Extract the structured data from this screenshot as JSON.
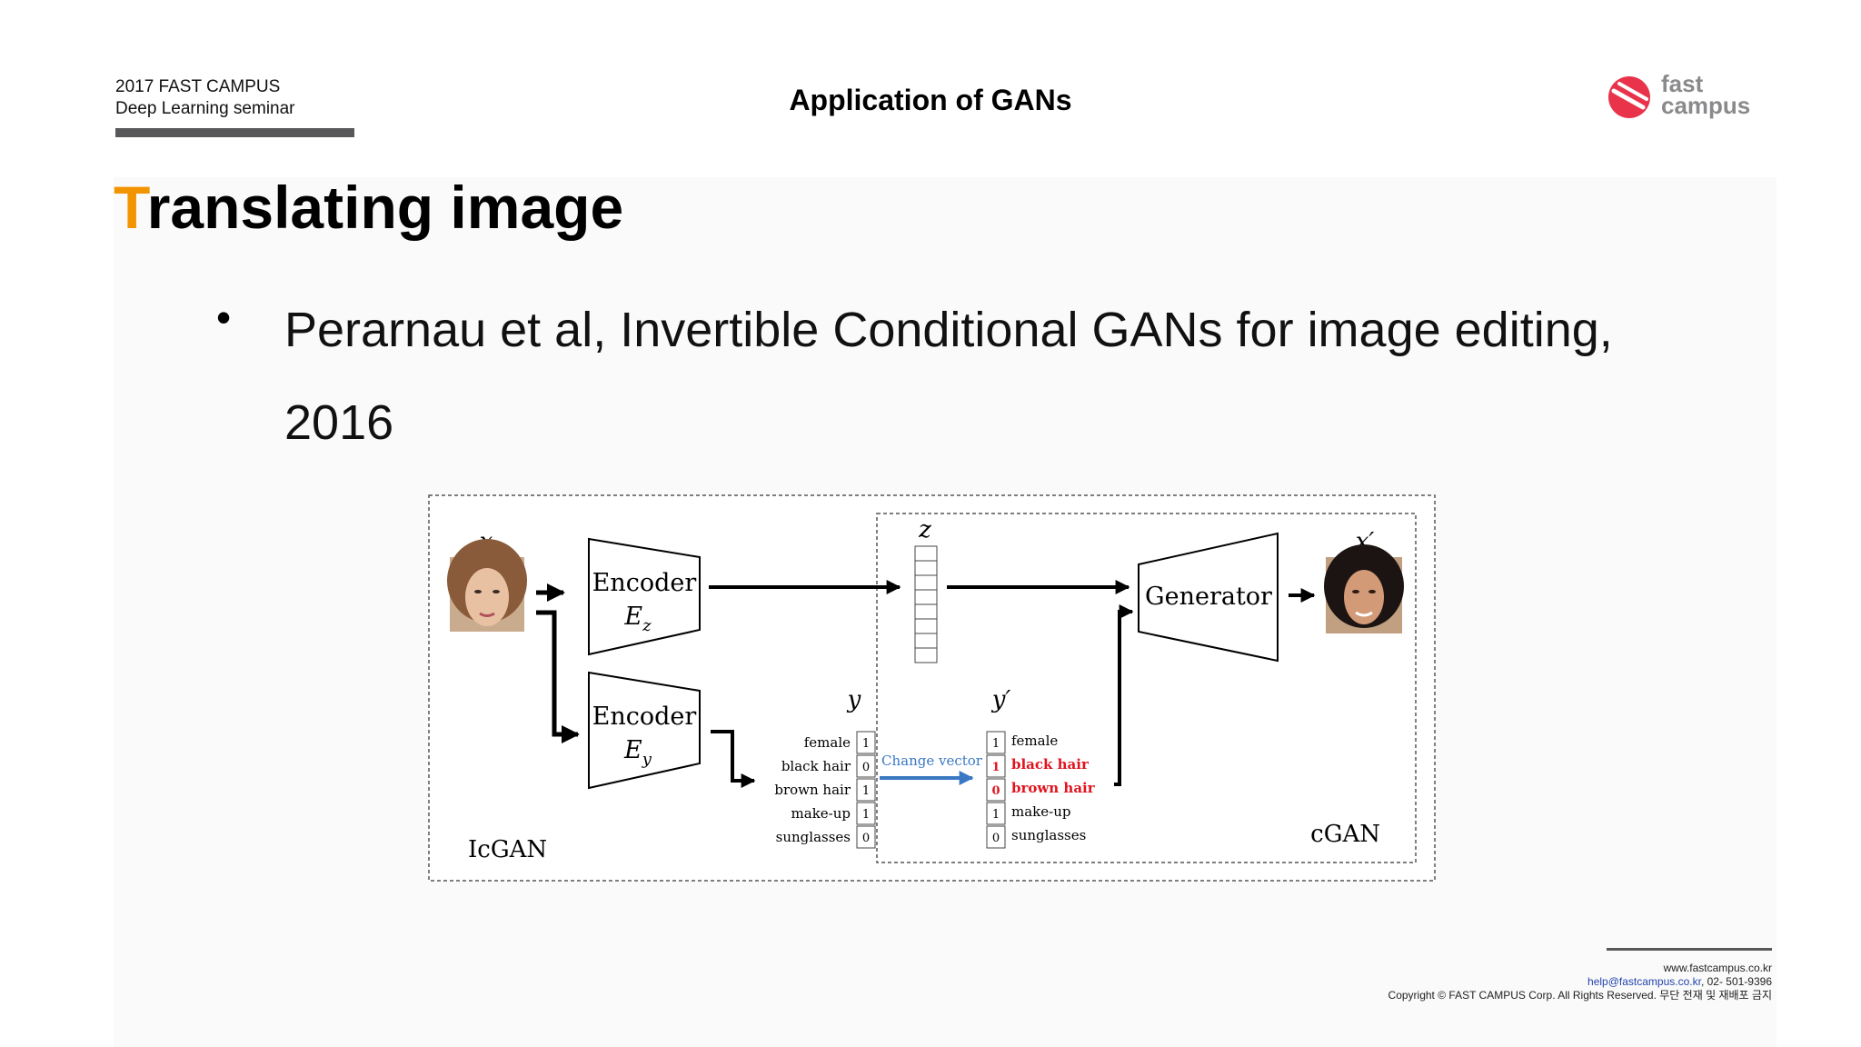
{
  "header": {
    "org_line1": "2017 FAST CAMPUS",
    "org_line2": "Deep Learning seminar",
    "title": "Application of GANs",
    "logo_line1": "fast",
    "logo_line2": "campus"
  },
  "section": {
    "title_first_letter": "T",
    "title_rest": "ranslating image"
  },
  "bullet": {
    "text": "Perarnau et al, Invertible Conditional GANs for image editing, 2016"
  },
  "diagram": {
    "input_label": "x",
    "output_label": "x′",
    "encoder_label": "Encoder",
    "encoder_z_sub": "E",
    "encoder_z_subscript": "z",
    "encoder_y_sub": "E",
    "encoder_y_subscript": "y",
    "z_label": "z",
    "y_label": "y",
    "y_prime_label": "y′",
    "generator_label": "Generator",
    "change_vector_label": "Change vector",
    "icgan_label": "IcGAN",
    "cgan_label": "cGAN",
    "attributes": [
      "female",
      "black hair",
      "brown hair",
      "make-up",
      "sunglasses"
    ],
    "y_values": [
      "1",
      "0",
      "1",
      "1",
      "0"
    ],
    "y_prime_values": [
      "1",
      "1",
      "0",
      "1",
      "0"
    ],
    "changed_indices": [
      1,
      2
    ],
    "colors": {
      "changed": "#e0141e",
      "change_vector": "#3a78c3"
    }
  },
  "footer": {
    "website": "www.fastcampus.co.kr",
    "email": "help@fastcampus.co.kr",
    "phone": ", 02- 501-9396",
    "copyright": "Copyright © FAST CAMPUS Corp.  All Rights Reserved. 무단 전재 및 재배포 금지"
  }
}
